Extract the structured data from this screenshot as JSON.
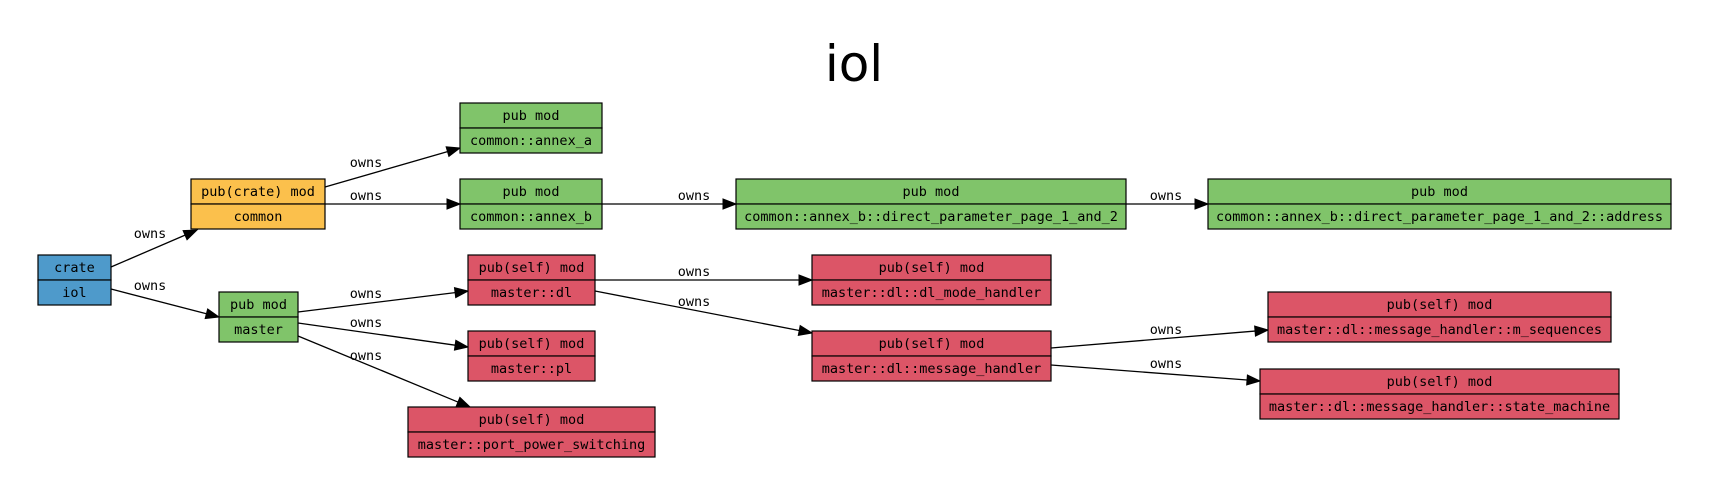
{
  "title": "iol",
  "colors": {
    "crate": "#4e9acb",
    "crate_visible": "#fbc04c",
    "public": "#80c46a",
    "private": "#dc5567"
  },
  "nodes": [
    {
      "id": "iol",
      "kind": "crate",
      "path": "iol",
      "visibility": "crate"
    },
    {
      "id": "common",
      "kind": "pub(crate) mod",
      "path": "common",
      "visibility": "crate_visible"
    },
    {
      "id": "master",
      "kind": "pub mod",
      "path": "master",
      "visibility": "public"
    },
    {
      "id": "annex_a",
      "kind": "pub mod",
      "path": "common::annex_a",
      "visibility": "public"
    },
    {
      "id": "annex_b",
      "kind": "pub mod",
      "path": "common::annex_b",
      "visibility": "public"
    },
    {
      "id": "dpp",
      "kind": "pub mod",
      "path": "common::annex_b::direct_parameter_page_1_and_2",
      "visibility": "public"
    },
    {
      "id": "dpp_addr",
      "kind": "pub mod",
      "path": "common::annex_b::direct_parameter_page_1_and_2::address",
      "visibility": "public"
    },
    {
      "id": "dl",
      "kind": "pub(self) mod",
      "path": "master::dl",
      "visibility": "private"
    },
    {
      "id": "pl",
      "kind": "pub(self) mod",
      "path": "master::pl",
      "visibility": "private"
    },
    {
      "id": "pps",
      "kind": "pub(self) mod",
      "path": "master::port_power_switching",
      "visibility": "private"
    },
    {
      "id": "dlmode",
      "kind": "pub(self) mod",
      "path": "master::dl::dl_mode_handler",
      "visibility": "private"
    },
    {
      "id": "msgh",
      "kind": "pub(self) mod",
      "path": "master::dl::message_handler",
      "visibility": "private"
    },
    {
      "id": "mseq",
      "kind": "pub(self) mod",
      "path": "master::dl::message_handler::m_sequences",
      "visibility": "private"
    },
    {
      "id": "sm",
      "kind": "pub(self) mod",
      "path": "master::dl::message_handler::state_machine",
      "visibility": "private"
    }
  ],
  "edges": [
    {
      "from": "iol",
      "to": "common",
      "label": "owns"
    },
    {
      "from": "iol",
      "to": "master",
      "label": "owns"
    },
    {
      "from": "common",
      "to": "annex_a",
      "label": "owns"
    },
    {
      "from": "common",
      "to": "annex_b",
      "label": "owns"
    },
    {
      "from": "annex_b",
      "to": "dpp",
      "label": "owns"
    },
    {
      "from": "dpp",
      "to": "dpp_addr",
      "label": "owns"
    },
    {
      "from": "master",
      "to": "dl",
      "label": "owns"
    },
    {
      "from": "master",
      "to": "pl",
      "label": "owns"
    },
    {
      "from": "master",
      "to": "pps",
      "label": "owns"
    },
    {
      "from": "dl",
      "to": "dlmode",
      "label": "owns"
    },
    {
      "from": "dl",
      "to": "msgh",
      "label": "owns"
    },
    {
      "from": "msgh",
      "to": "mseq",
      "label": "owns"
    },
    {
      "from": "msgh",
      "to": "sm",
      "label": "owns"
    }
  ]
}
